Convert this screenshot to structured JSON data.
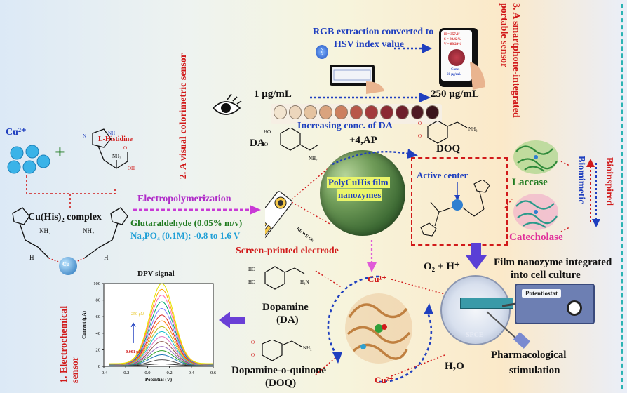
{
  "left_reactants": {
    "cu_ion": "Cu²⁺",
    "histidine": "L-Histidine",
    "plus": "+"
  },
  "complex": {
    "label": "Cu(His)₂ complex",
    "nh2_a": "NH₂",
    "nh2_b": "NH₂",
    "h_a": "H",
    "h_b": "H",
    "cu_center": "Cu"
  },
  "electropolymerization": {
    "title": "Electropolymerization",
    "conditions_1": "Glutaraldehyde (0.05% m/v)",
    "conditions_2": "Na₃PO₄ (0.1M); -0.8 to 1.6 V"
  },
  "electrode": {
    "label": "Screen-printed electrode",
    "contacts": "RE WE CE"
  },
  "nanozyme": {
    "label_1": "PolyCuHis film",
    "label_2": "nanozymes"
  },
  "visual_sensor": {
    "title": "2. A visual colorimetric sensor",
    "low_conc": "1 μg/mL",
    "high_conc": "250 μg/mL",
    "gradient_label": "Increasing conc. of DA",
    "vial_colors": [
      "#f2e4cf",
      "#ecd6bc",
      "#e5c3a0",
      "#d9a37e",
      "#cc8060",
      "#b8584a",
      "#a33a3c",
      "#8b2a34",
      "#6e1f2c",
      "#4e1a24",
      "#3a141c"
    ]
  },
  "smartphone": {
    "title": "3. A smartphone-integrated portable sensor",
    "rgb_label_1": "RGB extraction converted to",
    "rgb_label_2": "HSV index value",
    "screen_h": "H = 357.2°",
    "screen_s": "S = 80.42%",
    "screen_v": "V = 88.23%",
    "screen_conc": "Conc.",
    "screen_value": "60 μg/mL",
    "bluetooth_icon": "bluetooth-icon"
  },
  "reaction": {
    "da": "DA",
    "reagent": "+4,AP",
    "doq": "DOQ"
  },
  "bioinspired": {
    "title": "Bioinspired",
    "subtitle": "Biomimetic",
    "laccase": "Laccase",
    "catecholase": "Catecholase",
    "active_center": "Active center"
  },
  "cycle": {
    "dopamine_1": "Dopamine",
    "dopamine_2": "(DA)",
    "doq_1": "Dopamine-o-quinone",
    "doq_2": "(DOQ)",
    "cu1": "Cu¹⁺",
    "cu2": "Cu²⁺",
    "o2": "O₂ + H⁺",
    "h2o": "H₂O"
  },
  "cell_culture": {
    "title_1": "Film nanozyme integrated",
    "title_2": "into cell culture",
    "potentiostat": "Potentiostat",
    "spce": "SPCE",
    "stimulation_1": "Pharmacological",
    "stimulation_2": "stimulation"
  },
  "electrochemical": {
    "title": "1. Electrochemical sensor"
  },
  "chart_data": {
    "type": "line",
    "title": "DPV signal",
    "xlabel": "Potential (V)",
    "ylabel": "Current (μA)",
    "xlim": [
      -0.4,
      0.6
    ],
    "ylim": [
      0,
      100
    ],
    "xticks": [
      -0.4,
      -0.2,
      0.0,
      0.2,
      0.4,
      0.6
    ],
    "yticks": [
      0,
      20,
      40,
      60,
      80,
      100
    ],
    "annotation_high": "250 μM",
    "annotation_low": "0.001 μM",
    "peak_x": 0.13,
    "peaks": [
      3,
      8,
      14,
      19,
      24,
      30,
      36,
      42,
      48,
      55,
      62,
      70,
      78,
      86,
      93,
      100
    ],
    "colors": [
      "#222222",
      "#555555",
      "#1f77b4",
      "#2ca02c",
      "#9467bd",
      "#8c564b",
      "#e377c2",
      "#17becf",
      "#bcbd22",
      "#ff7f0e",
      "#d62728",
      "#7f7fff",
      "#00a86b",
      "#ff69b4",
      "#ffa500",
      "#e6e600"
    ],
    "grid": false
  }
}
